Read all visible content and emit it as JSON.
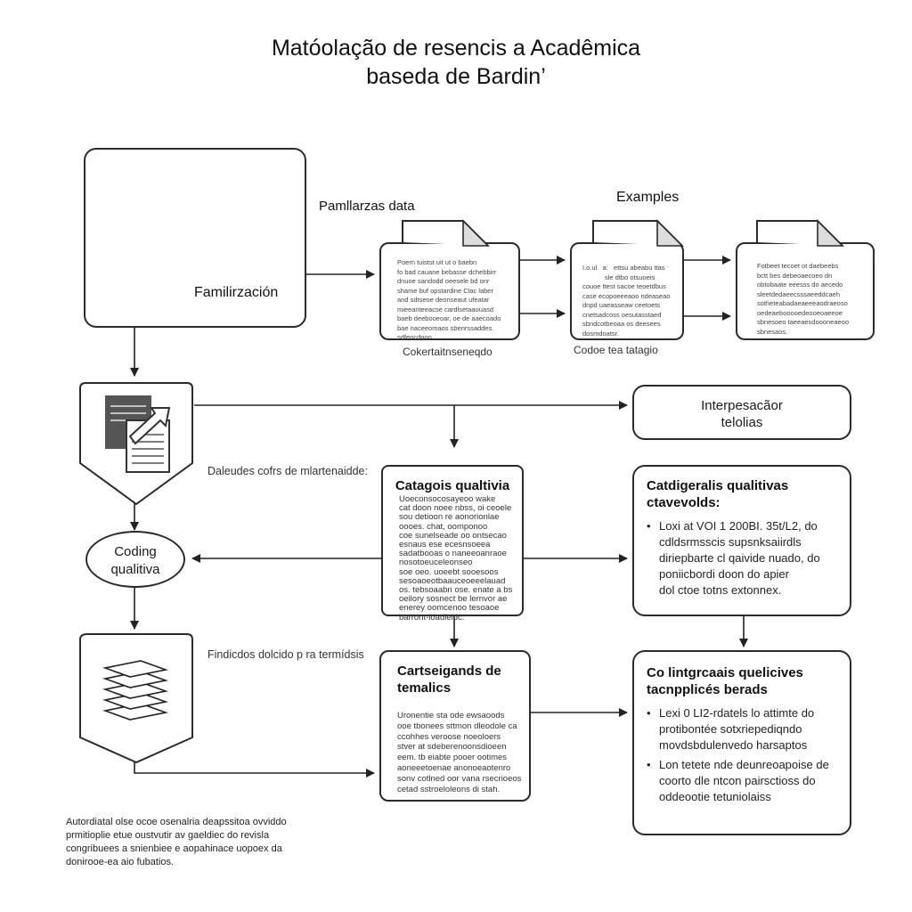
{
  "header": {
    "title_line1": "Matóolação de resencis a Acadêmica",
    "title_line2": "baseda de Bardin’"
  },
  "familiarization": {
    "label": "Familirzación",
    "side_label": "Pamllarzas data",
    "doc1_text": "Poern tuistst uit ut o baebn\nfo bad cauane bebasse dchebbirr\ndnuoe sandodd oeesele bd onr\nshame buf opstardine Clac laber\nand sdtseoe deonseaut ufeatar\nmieeanteeacse cardlsetaaouasd\nbaeb deebooeoar, oe de aaecoado\nbae naceeomaos sbenrssaddes.\nsdfeocdpoo.",
    "doc1_caption": "Cokertaitnseneqdo",
    "examples_label": "Examples",
    "doc2_text": "I.o.ul   a:   ettsu abeabu ttas\n            sle dtbo otsuoeis\ncouoe ttest sacoe teoetdbus\ncase ecopoeeeaoo ndeaseao\ndnpd uaeasseaw ceetoets\ncnetsadcoss oesutasstaed\nsbndcotbeoaa os deesees\ndosmdoatsr.",
    "doc2_caption": "Codoe tea tatagio",
    "doc3_text": "Fotbeet tecoet ot daebeebs\nbctt bes debeoaecoeo dn\nobtobaate eeesss do aecedo\nsleetdedaeecsssaeeddcaeh\nsotheteabadaeaeeeaodraeoso\noedeaebooooedeooeoaeeoe\nsbnesoeo taeeaesdoooneaeoo\nsbnesaos."
  },
  "dataset": {
    "label": "Daleudes cofrs de mlartenaidde:"
  },
  "interpretation": {
    "label": "Interpesacãor\ntelolias"
  },
  "coding": {
    "label": "Coding\nqualitiva"
  },
  "categorias": {
    "title": "Catagois qualtivia",
    "body": "Uoeconsocosayeoo wake\ncat doon noee nbss, oi ceoele\nsou detioon re aonorionlae\noooes. chat, oomponoo\ncoe sunelseade oo ontsecao\nesnaus ese ecesnsoeea\nsadatbooas o naneeoanraoe\nnosotoeuceleonseo\nsoe oeo. uoeebt sooesoos\nsesoaoeotbaauceoeeelauad\nos. tebsoaabn ose. enate a bs\noeilory sosnect be lernvor ae\nenerey oomcenoo tesoaoe\nbarront-loadleidc."
  },
  "categorias_right": {
    "title": "Catdigeralis qualitivas\nctavevolds:",
    "bullet1": "Loxi at VOI 1 200BI. 35t/L2, do\ncdldsrmsscis supsnksaiirdls\ndiriepbarte cl qaivide nuado, do\nponiicbordi doon do apier\ndol ctoe totns extonnex."
  },
  "finding": {
    "label": "Findicdos dolcido p ra termídsis"
  },
  "temas": {
    "title": "Cartseigands de\ntemalics",
    "body": "Uronentie sta ode ewsaoods\nooe tbonees sttmon dleodole ca\nccohhes veroose noeoloers\nstver at sdeberenoonsdioeen\neem. tb eiabte pooer ootimes\naoneeetoenae anonoeaotenro\nsonv cotlned oor vana rsecrioeos\ncetad sstroeloleons di stah."
  },
  "results": {
    "title": "Co lintgrcaais quelicives\ntacnpplicés berads",
    "bullet1": "Lexi 0 LI2-rdatels lo attimte do\nprotibontée sotxriepediqndo\nmovdsbdulenvedo harsaptos",
    "bullet2": "Lon tetete nde deunreoapoise de\ncoorto dle ntcon pairsctioss do\noddeootie tetuniolaiss"
  },
  "footnote": {
    "text": "Autordiatal olse ocoe osenalria deapssitoa ovviddo\nprmitioplie etue oustvutir av gaeldiec do revisla\ncongribuees a snienbiee e aopahinace uopoex da\ndonirooe-ea aio fubatios."
  }
}
